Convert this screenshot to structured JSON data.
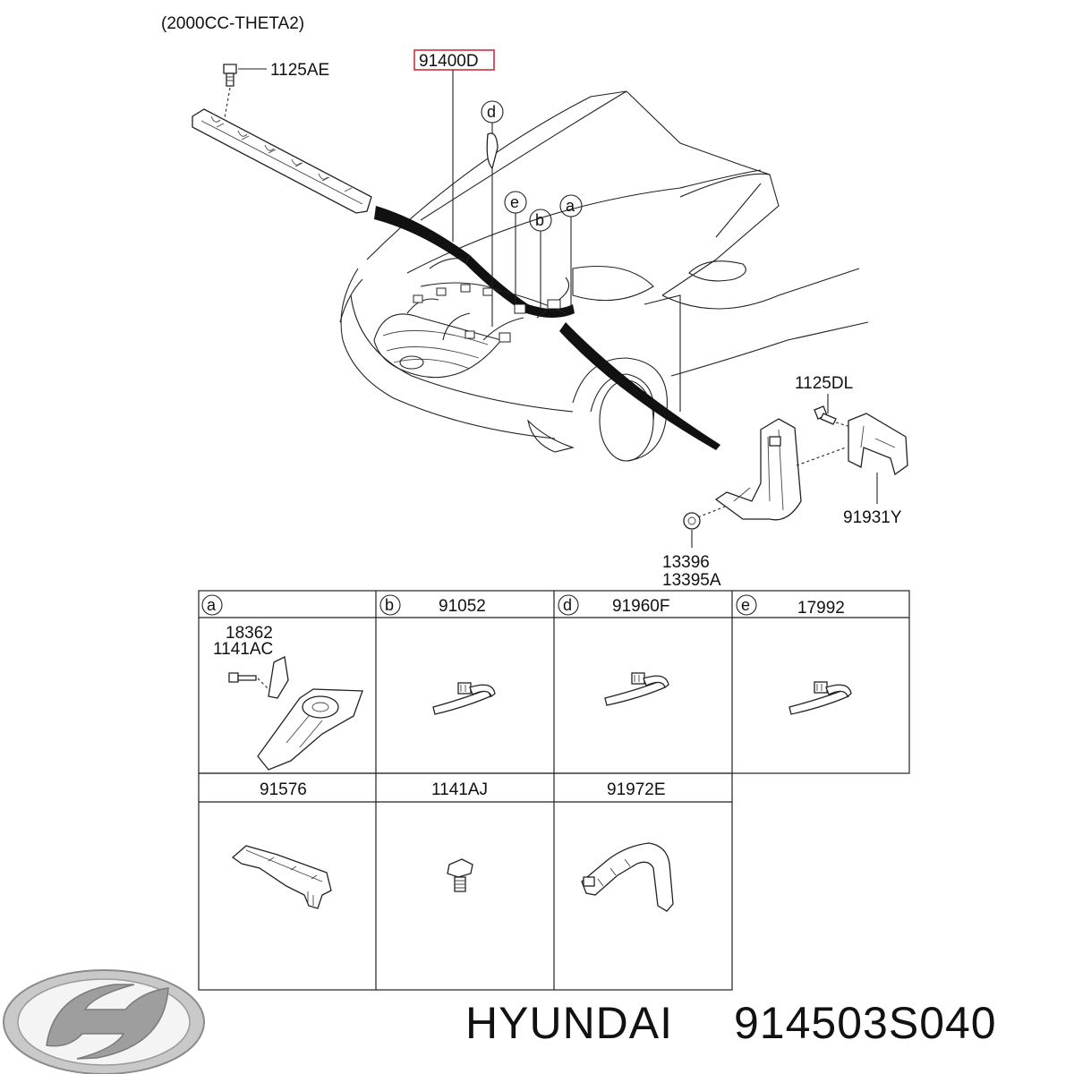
{
  "header": {
    "engine": "(2000CC-THETA2)"
  },
  "callouts": {
    "bolt_top": "1125AE",
    "main_part": "91400D",
    "bolt_right": "1125DL",
    "bracket_right": "91931Y",
    "nut_1": "13396",
    "nut_2": "13395A",
    "letters": {
      "a": "a",
      "b": "b",
      "d": "d",
      "e": "e"
    }
  },
  "parts_table": {
    "row1": [
      {
        "letter": "a",
        "part": "",
        "sub_parts": [
          "18362",
          "1141AC"
        ]
      },
      {
        "letter": "b",
        "part": "91052"
      },
      {
        "letter": "d",
        "part": "91960F"
      },
      {
        "letter": "e",
        "part": "17992"
      }
    ],
    "row2": [
      {
        "part": "91576"
      },
      {
        "part": "1141AJ"
      },
      {
        "part": "91972E"
      }
    ]
  },
  "footer": {
    "brand": "HYUNDAI",
    "part_number": "914503S040"
  },
  "colors": {
    "highlight_box": "#d0303a",
    "line": "#222222"
  },
  "icons": [
    "hyundai-logo-icon",
    "bolt-icon",
    "nut-icon",
    "clip-icon",
    "bracket-icon",
    "wiring-harness-icon",
    "car-front-icon"
  ]
}
